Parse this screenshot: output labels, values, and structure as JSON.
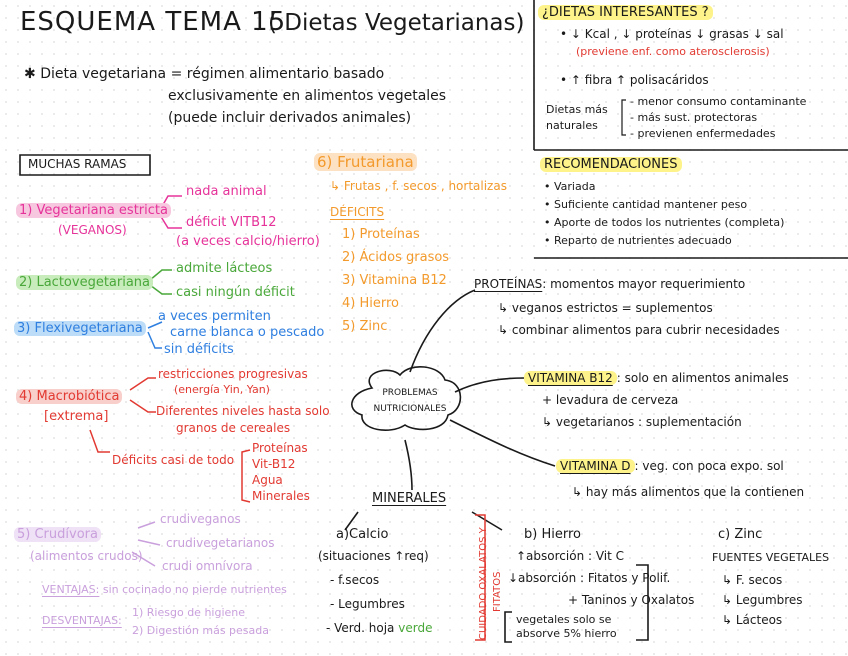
{
  "title": "ESQUEMA TEMA 15",
  "subtitle": "( Dietas Vegetarianas)",
  "definition": [
    "Dieta vegetariana = régimen alimentario basado",
    "exclusivamente en alimentos vegetales",
    "(puede incluir derivados animales)"
  ],
  "muchas_ramas": "MUCHAS RAMAS",
  "vegetariana": {
    "label": "1) Vegetariana estricta",
    "sub": "(VEGANOS)",
    "n1": "nada animal",
    "n2": "déficit VITB12",
    "n3": "(a veces calcio/hierro)"
  },
  "lacto": {
    "label": "2) Lactovegetariana",
    "n1": "admite lácteos",
    "n2": "casi ningún déficit"
  },
  "flexi": {
    "label": "3) Flexivegetariana",
    "n1": "a veces permiten",
    "n2": "carne blanca o pescado",
    "n3": "sin déficits"
  },
  "macro": {
    "label": "4) Macrobiótica",
    "sub": "[extrema]",
    "n1": "restricciones progresivas",
    "n2": "(energía Yin, Yan)",
    "n3": "Diferentes niveles hasta solo",
    "n4": "granos de cereales",
    "def": "Déficits casi de todo",
    "items": [
      "Proteínas",
      "Vit-B12",
      "Agua",
      "Minerales"
    ]
  },
  "crudi": {
    "label": "5) Crudívora",
    "sub": "(alimentos crudos)",
    "items": [
      "crudiveganos",
      "crudivegetarianos",
      "crudi omnívora"
    ],
    "vent_label": "VENTAJAS:",
    "vent": "sin cocinado no pierde nutrientes",
    "desv_label": "DESVENTAJAS:",
    "desv": [
      "1) Riesgo de higiene",
      "2) Digestión más pesada"
    ]
  },
  "fruta": {
    "label": "6) Frutariana",
    "sub": "↳ Frutas , f. secos , hortalizas",
    "def_title": "DÉFICITS",
    "items": [
      "1) Proteínas",
      "2) Ácidos grasos",
      "3) Vitamina B12",
      "4) Hierro",
      "5) Zinc"
    ]
  },
  "interesantes": {
    "title": "¿DIETAS INTERESANTES ?",
    "l1": "• ↓ Kcal , ↓ proteínas ↓ grasas ↓ sal",
    "l2": "(previene enf. como aterosclerosis)",
    "l3": "• ↑ fibra ↑ polisacáridos",
    "lbl1": "Dietas más",
    "lbl2": "naturales",
    "items": [
      "- menor consumo contaminante",
      "- más sust. protectoras",
      "- previenen enfermedades"
    ]
  },
  "recom": {
    "title": "RECOMENDACIONES",
    "items": [
      "• Variada",
      "• Suficiente cantidad mantener peso",
      "• Aporte de todos los nutrientes (completa)",
      "• Reparto de nutrientes adecuado"
    ]
  },
  "problemas": [
    "PROBLEMAS",
    "NUTRICIONALES"
  ],
  "proteinas": {
    "label": "PROTEÍNAS",
    "text": ": momentos mayor requerimiento",
    "l1": "↳ veganos estrictos = suplementos",
    "l2": "↳ combinar alimentos para cubrir necesidades"
  },
  "b12": {
    "label": "VITAMINA B12",
    "text": ": solo en alimentos animales",
    "l1": "+ levadura de cerveza",
    "l2": "↳ vegetarianos : suplementación"
  },
  "vitd": {
    "label": "VITAMINA D",
    "text": ": veg. con poca expo. sol",
    "l1": "↳ hay más alimentos que la contienen"
  },
  "minerales": "MINERALES",
  "calcio": {
    "label": "a)Calcio",
    "l1": "(situaciones ↑req)",
    "items": [
      "- f.secos",
      "- Legumbres",
      "- Verd. hoja"
    ],
    "verde": "verde",
    "cuidado": [
      "CUIDADO OXALATOS Y",
      "FITATOS"
    ]
  },
  "hierro": {
    "label": "b) Hierro",
    "l1": "↑absorción : Vit C",
    "l2": "↓absorción : Fitatos y Polif.",
    "l3": "+ Taninos y Oxalatos",
    "l4": "vegetales solo se",
    "l5": "absorve 5% hierro"
  },
  "zinc": {
    "label": "c) Zinc",
    "l1": "FUENTES VEGETALES",
    "items": [
      "↳ F. secos",
      "↳ Legumbres",
      "↳ Lácteos"
    ]
  }
}
